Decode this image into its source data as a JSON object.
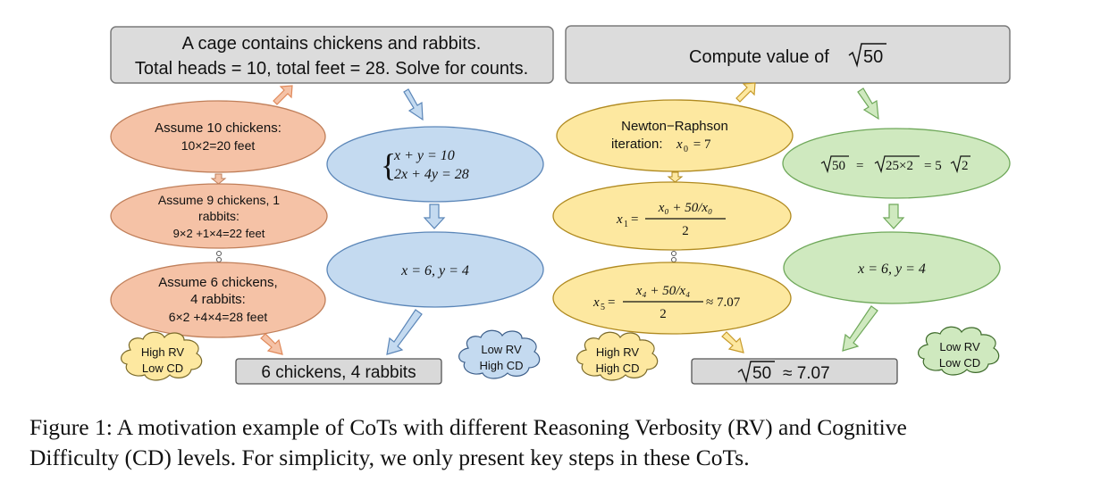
{
  "colors": {
    "header_fill": "#dcdcdc",
    "orange": "#f5c2a6",
    "blue": "#c4daf0",
    "yellow": "#fde8a0",
    "green": "#cfe9bf",
    "gray_box": "#d9d9d9",
    "stroke": "#7a7a7a"
  },
  "left_panel": {
    "header_line1": "A cage contains chickens and rabbits.",
    "header_line2": "Total heads = 10, total feet = 28. Solve for counts.",
    "verbose": {
      "step1_line1": "Assume 10 chickens:",
      "step1_line2": "10×2=20 feet",
      "step2_line1": "Assume 9 chickens, 1",
      "step2_line2": "rabbits:",
      "step2_line3": "9×2 +1×4=22 feet",
      "step3_line1": "Assume 6 chickens,",
      "step3_line2": "4 rabbits:",
      "step3_line3": "6×2 +4×4=28 feet",
      "cloud_line1": "High RV",
      "cloud_line2": "Low CD"
    },
    "concise": {
      "eq1": "x + y = 10",
      "eq2": "2x + 4y = 28",
      "solution": "x = 6, y = 4",
      "cloud_line1": "Low RV",
      "cloud_line2": "High CD"
    },
    "answer": "6 chickens, 4 rabbits"
  },
  "right_panel": {
    "header_prefix": "Compute value of ",
    "header_radicand": "50",
    "verbose": {
      "step1_line1": "Newton−Raphson",
      "step1_line2_prefix": "iteration: ",
      "step1_line2_var": "x",
      "step1_line2_sub": "0",
      "step1_line2_rest": " = 7",
      "step2_lhs_var": "x",
      "step2_lhs_sub": "1",
      "step2_num": "x₀ + 50/x₀",
      "step2_den": "2",
      "step3_lhs_var": "x",
      "step3_lhs_sub": "5",
      "step3_num": "x₄ + 50/x₄",
      "step3_den": "2",
      "step3_approx": "≈ 7.07",
      "cloud_line1": "High RV",
      "cloud_line2": "High CD"
    },
    "concise": {
      "step1_a": "50",
      "step1_b": "25×2",
      "step1_c": "= 5",
      "step1_d": "2",
      "solution": "x = 6, y = 4",
      "cloud_line1": "Low RV",
      "cloud_line2": "Low CD"
    },
    "answer_radicand": "50",
    "answer_rest": "≈ 7.07"
  },
  "caption_line1": "Figure 1: A motivation example of CoTs with different Reasoning Verbosity (RV) and Cognitive",
  "caption_line2": "Difficulty (CD) levels. For simplicity, we only present key steps in these CoTs."
}
